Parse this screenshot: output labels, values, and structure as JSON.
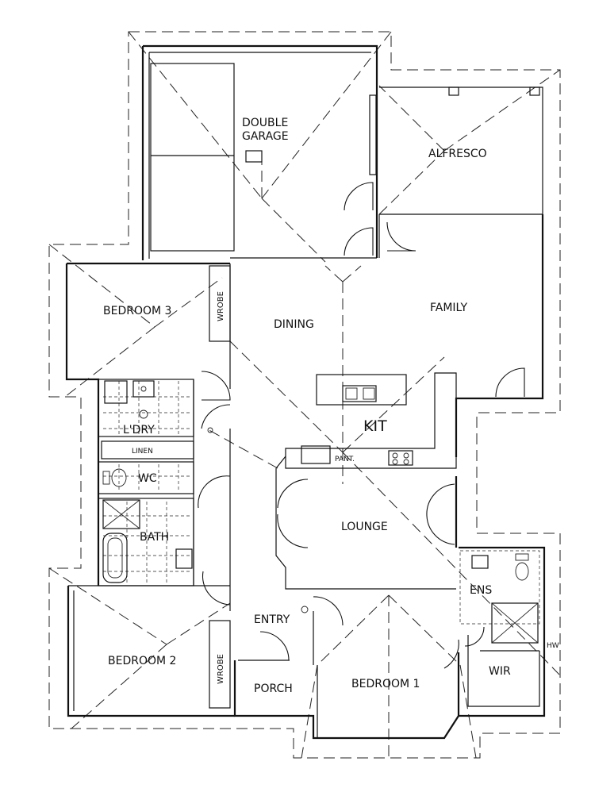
{
  "rooms": {
    "garage_line1": "DOUBLE",
    "garage_line2": "GARAGE",
    "alfresco": "ALFRESCO",
    "bedroom3": "BEDROOM 3",
    "wrobe_top": "WROBE",
    "dining": "DINING",
    "family": "FAMILY",
    "kit": "KIT",
    "laundry": "L'DRY",
    "linen": "LINEN",
    "pantry": "PANT.",
    "wc": "WC",
    "lounge": "LOUNGE",
    "bath": "BATH",
    "ensuite": "ENS",
    "entry": "ENTRY",
    "bedroom2": "BEDROOM 2",
    "wrobe_bottom": "WROBE",
    "porch": "PORCH",
    "bedroom1": "BEDROOM 1",
    "wir": "WIR",
    "hw": "HW"
  }
}
